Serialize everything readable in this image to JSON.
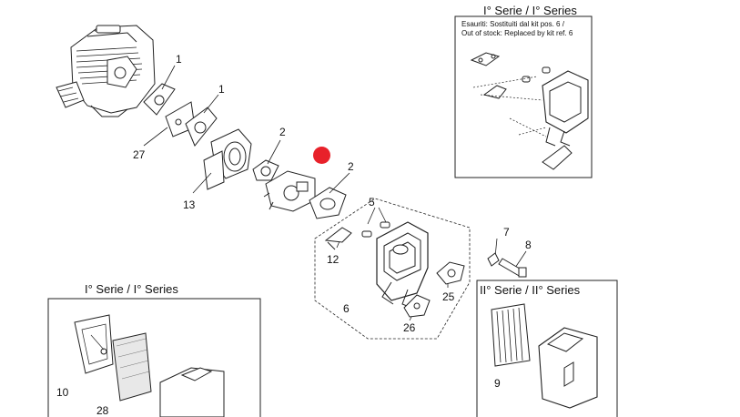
{
  "panels": {
    "top_right_title": "I° Serie / I° Series",
    "note_line1": "Esauriti: Sostituiti dal kit pos. 6 /",
    "note_line2": "Out of stock: Replaced by kit ref. 6",
    "bottom_left_title": "I° Serie / I° Series",
    "bottom_right_title": "II° Serie / II° Series"
  },
  "callouts": {
    "c1a": "1",
    "c1b": "1",
    "c27": "27",
    "c13": "13",
    "c2a": "2",
    "c2b": "2",
    "c5": "5",
    "c12": "12",
    "c6": "6",
    "c25": "25",
    "c26": "26",
    "c7": "7",
    "c8": "8",
    "c10": "10",
    "c28": "28",
    "c9": "9"
  },
  "colors": {
    "hotspot": "#e8212a",
    "line": "#222222"
  }
}
